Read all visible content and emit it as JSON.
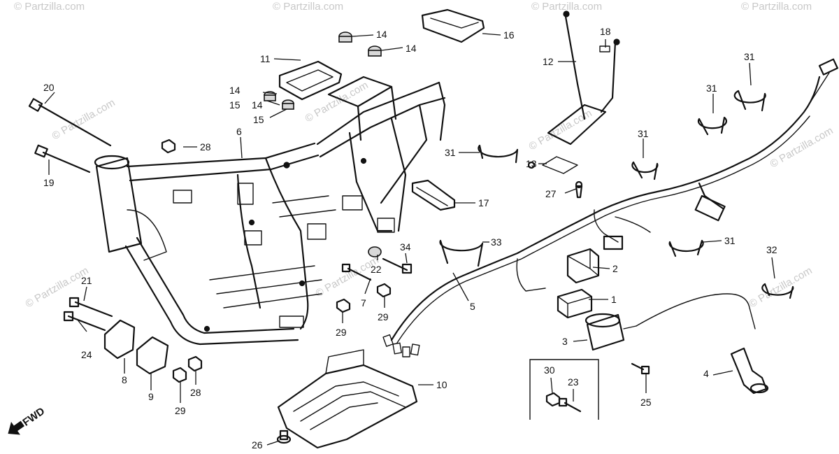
{
  "watermark": "© Partzilla.com",
  "fwd_label": "FWD",
  "callouts": [
    "1",
    "2",
    "3",
    "4",
    "5",
    "6",
    "7",
    "8",
    "9",
    "10",
    "11",
    "12",
    "13",
    "14",
    "15",
    "16",
    "17",
    "18",
    "19",
    "20",
    "21",
    "22",
    "23",
    "24",
    "25",
    "26",
    "27",
    "28",
    "29",
    "30",
    "31",
    "32",
    "33",
    "34"
  ]
}
